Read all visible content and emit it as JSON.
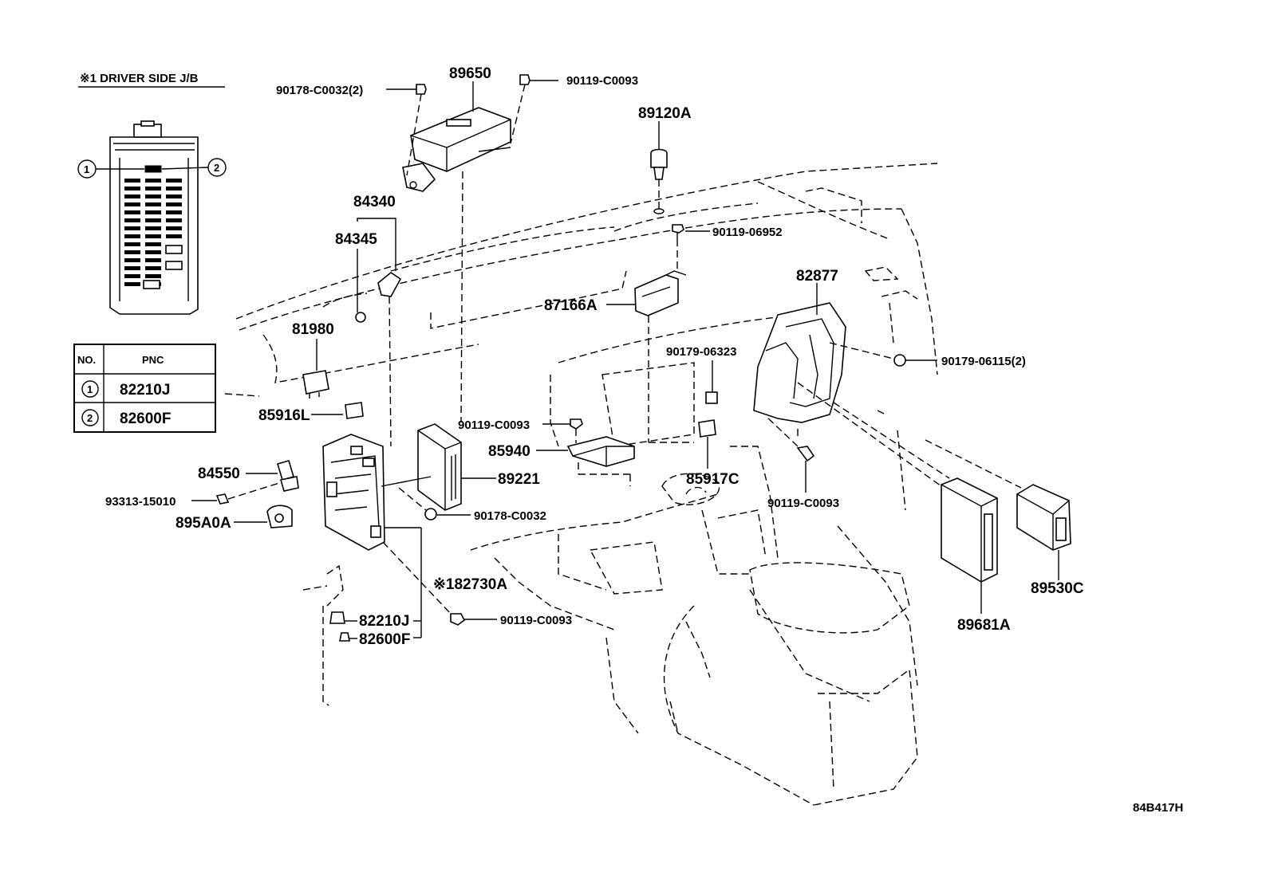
{
  "header": {
    "driver_side_jb": "※1 DRIVER SIDE J/B"
  },
  "pnc_table": {
    "col_no": "NO.",
    "col_pnc": "PNC",
    "rows": [
      {
        "no": "1",
        "pnc": "82210J"
      },
      {
        "no": "2",
        "pnc": "82600F"
      }
    ]
  },
  "jb_callouts": {
    "one": "1",
    "two": "2"
  },
  "parts": {
    "p89650": "89650",
    "p90178_c0032_2": "90178-C0032(2)",
    "p90119_c0093_top": "90119-C0093",
    "p89120a": "89120A",
    "p90119_06952": "90119-06952",
    "p84340": "84340",
    "p84345": "84345",
    "p87166a": "87166A",
    "p82877": "82877",
    "p81980": "81980",
    "p90179_06323": "90179-06323",
    "p90179_06115_2": "90179-06115(2)",
    "p85916l": "85916L",
    "p90119_c0093_mid": "90119-C0093",
    "p85940": "85940",
    "p84550": "84550",
    "p89221": "89221",
    "p93313_15010": "93313-15010",
    "p85917c": "85917C",
    "p90119_c0093_right": "90119-C0093",
    "p895a0a": "895A0A",
    "p90178_c0032": "90178-C0032",
    "p82730a": "※182730A",
    "p89530c": "89530C",
    "p82210j": "82210J",
    "p90119_c0093_bottom": "90119-C0093",
    "p89681a": "89681A",
    "p82600f": "82600F"
  },
  "diagram_code": "84B417H"
}
